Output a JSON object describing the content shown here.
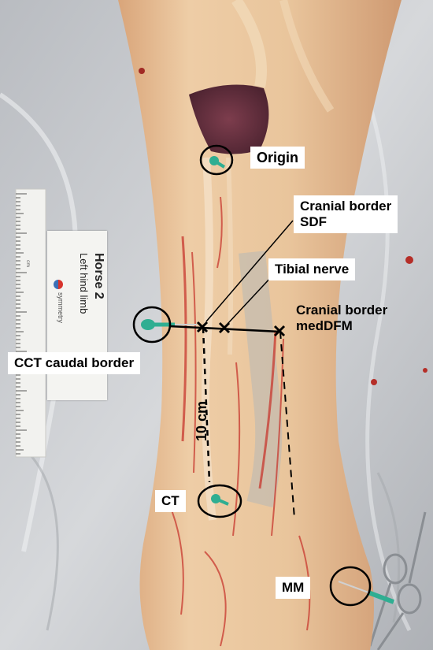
{
  "figure": {
    "labels": {
      "origin": "Origin",
      "cranial_border_sdf": [
        "Cranial border",
        "SDF"
      ],
      "tibial_nerve": "Tibial nerve",
      "cranial_border_meddfm": [
        "Cranial border",
        "medDFM"
      ],
      "cct_caudal_border": "CCT caudal border",
      "ct": "CT",
      "mm": "MM",
      "distance": "10 cm"
    },
    "specimen_card": {
      "horse": "Horse 2",
      "limb": "Left hind limb",
      "brand": "symmetry"
    },
    "colors": {
      "background_plastic": "#c9ccd0",
      "tissue": "#e8c39a",
      "tissue_shadow": "#c98f66",
      "blood": "#c8382f",
      "muscle": "#6b3443",
      "annotation": "#000000",
      "label_bg": "#ffffff",
      "pin_head": "#2fae92"
    }
  }
}
